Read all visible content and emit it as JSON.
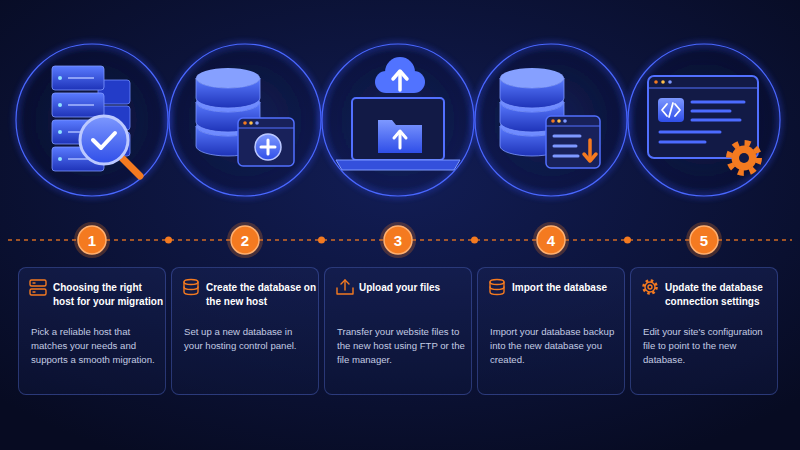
{
  "diagram": {
    "nodes": [
      {
        "text": [
          "1"
        ]
      },
      {
        "text": [
          "2"
        ]
      },
      {
        "text": [
          "3"
        ]
      },
      {
        "text": [
          "4"
        ]
      },
      {
        "text": [
          "5"
        ]
      },
      {
        "text": [
          "Choosing the right host for your migration",
          "Pick a reliable host that matches your needs and supports a smooth migration."
        ]
      },
      {
        "text": [
          "Create the database on the new host",
          "Set up a new database in your hosting control panel."
        ]
      },
      {
        "text": [
          "Upload your files",
          "Transfer your website files to the new host using FTP or the file manager."
        ]
      },
      {
        "text": [
          "Import the database",
          "Import your database backup into the new database you created."
        ]
      },
      {
        "text": [
          "Update the database connection settings",
          "Edit your site's configuration file to point to the new database."
        ]
      }
    ],
    "edges": [
      {
        "from": 0,
        "to": 1,
        "arrow": "none"
      },
      {
        "from": 1,
        "to": 2,
        "arrow": "none"
      },
      {
        "from": 2,
        "to": 3,
        "arrow": "none"
      },
      {
        "from": 3,
        "to": 4,
        "arrow": "none"
      }
    ]
  }
}
